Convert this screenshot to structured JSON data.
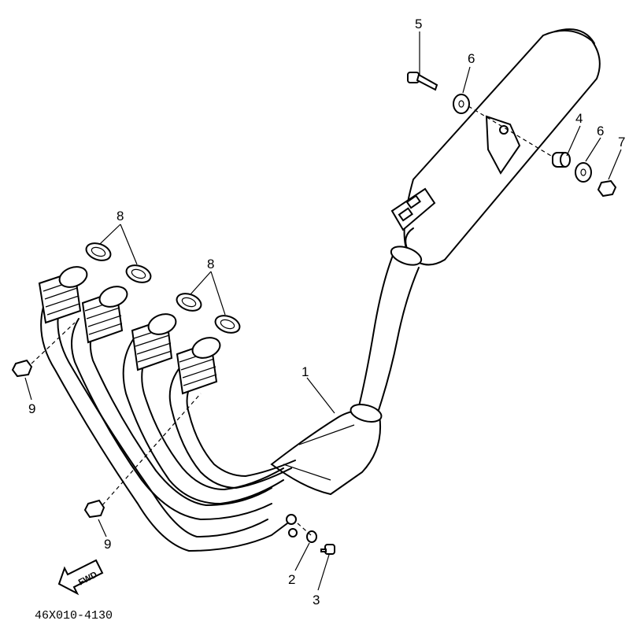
{
  "diagram": {
    "part_code": "46X010-4130",
    "forward_arrow_label": "FWD",
    "callouts": {
      "c1": "1",
      "c2": "2",
      "c3": "3",
      "c4": "4",
      "c5": "5",
      "c6a": "6",
      "c6b": "6",
      "c7": "7",
      "c8a": "8",
      "c8b": "8",
      "c9a": "9",
      "c9b": "9"
    }
  }
}
